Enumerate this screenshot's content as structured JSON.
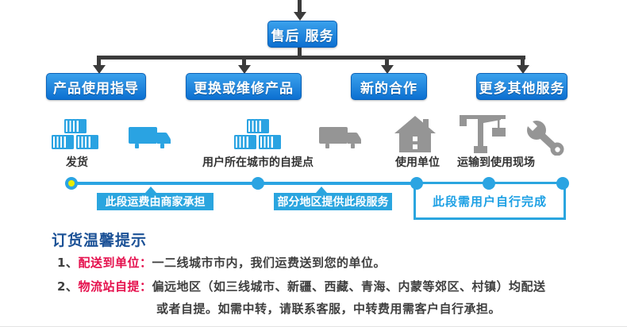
{
  "colors": {
    "node_blue": "#1585e0",
    "timeline_blue": "#2ba4e2",
    "tag_blue": "#2aa5df",
    "dot_yellow": "#e8ec00",
    "connector_dark": "#3b3b3b",
    "icon_blue": "#2aa3e2",
    "icon_gray": "#959595",
    "heading_blue": "#1b5196",
    "highlight_red": "#e5104d"
  },
  "tree": {
    "root_label": "售后 服务",
    "children": [
      "产品使用指导",
      "更换或维修产品",
      "新的合作",
      "更多其他服务"
    ]
  },
  "stages": {
    "icons": [
      "cargo-boxes",
      "delivery-truck",
      "cargo-boxes",
      "delivery-truck",
      "house-building",
      "tower-crane",
      "wrench"
    ],
    "labels": [
      "发货",
      "用户所在城市的自提点",
      "使用单位",
      "运输到使用现场"
    ]
  },
  "timeline": {
    "segment1_label": "此段运费由商家承担",
    "segment2_label": "部分地区提供此段服务",
    "segment3_label": "此段需用户自行完成"
  },
  "tips": {
    "heading": "订货温馨提示",
    "item1_num": "1、",
    "item1_label": "配送到单位：",
    "item1_text": "一二线城市市内，我们运费送到您的单位。",
    "item2_num": "2、",
    "item2_label": "物流站自提：",
    "item2_text": "偏远地区（如三线城市、新疆、西藏、青海、内蒙等郊区、村镇）均配送",
    "item2_cont": "或者自提。如需中转，请联系客服，中转费用需客户自行承担。"
  }
}
